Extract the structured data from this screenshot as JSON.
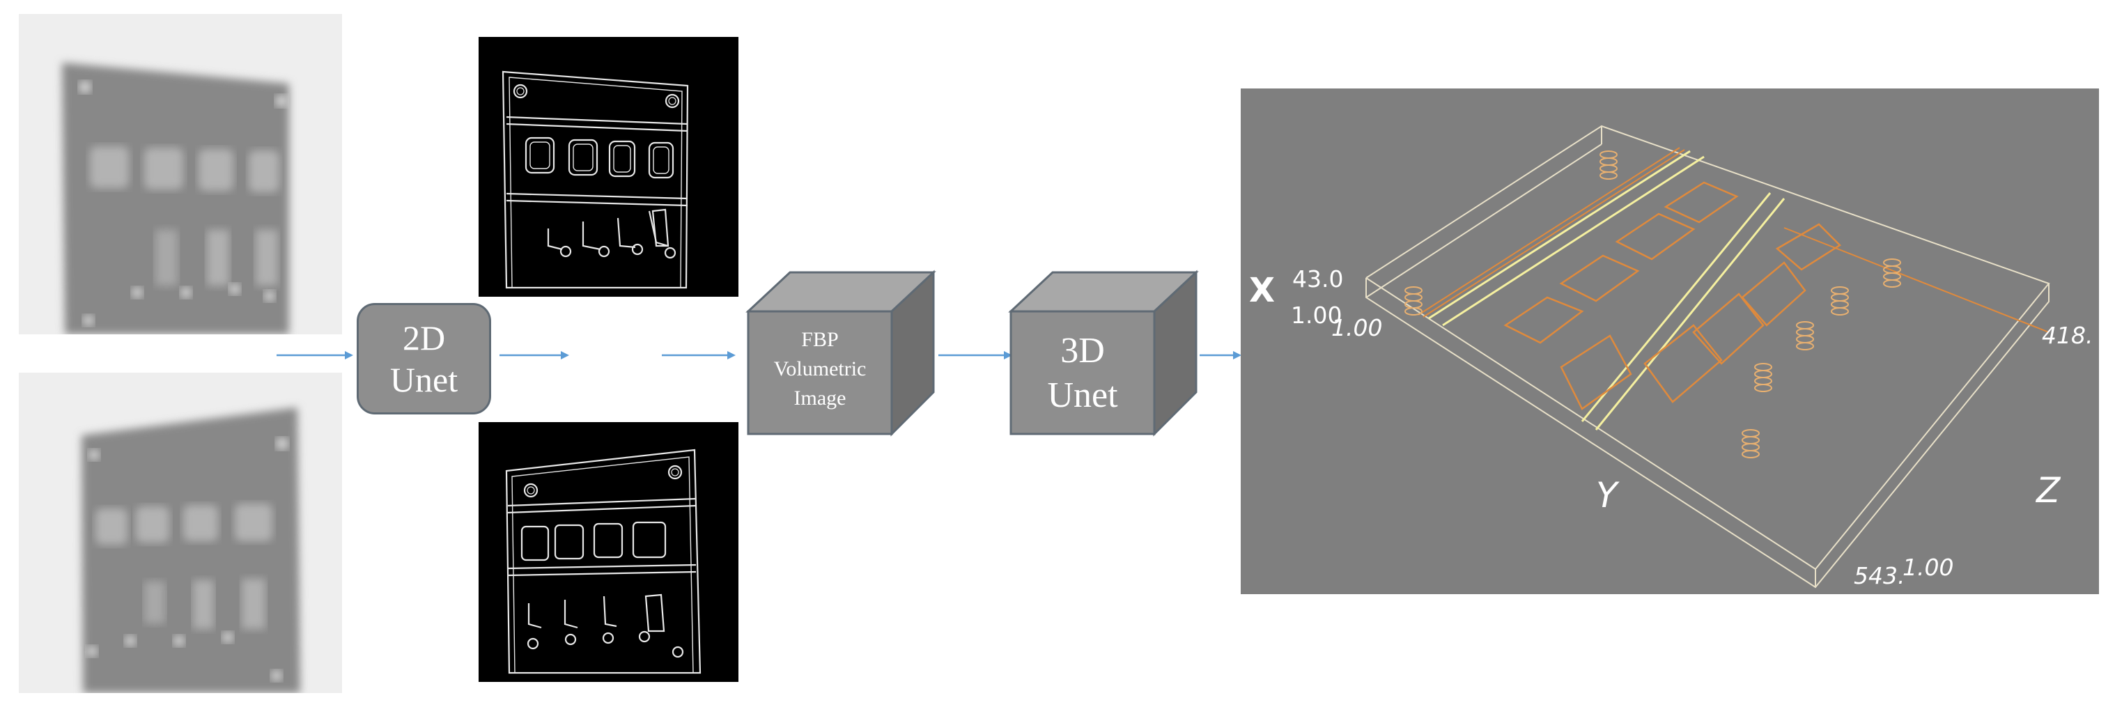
{
  "unet2d": {
    "line1": "2D",
    "line2": "Unet"
  },
  "fbp_cube": {
    "line1": "FBP",
    "line2": "Volumetric",
    "line3": "Image"
  },
  "unet3d": {
    "line1": "3D",
    "line2": "Unet"
  },
  "volume_plot": {
    "axis_x": "X",
    "axis_y": "Y",
    "axis_z": "Z",
    "x_max": "43.0",
    "x_min": "1.00",
    "origin": "1.00",
    "z_max": "418.",
    "y_max": "543.",
    "z_min": "1.00"
  },
  "colors": {
    "arrow": "#5b9bd5",
    "block_fill": "#8e8e8e",
    "block_border": "#5f6a74",
    "plot_bg": "#7f7f7f",
    "wire_orange": "#e08a3c",
    "wire_yellow": "#f5f0a0"
  }
}
